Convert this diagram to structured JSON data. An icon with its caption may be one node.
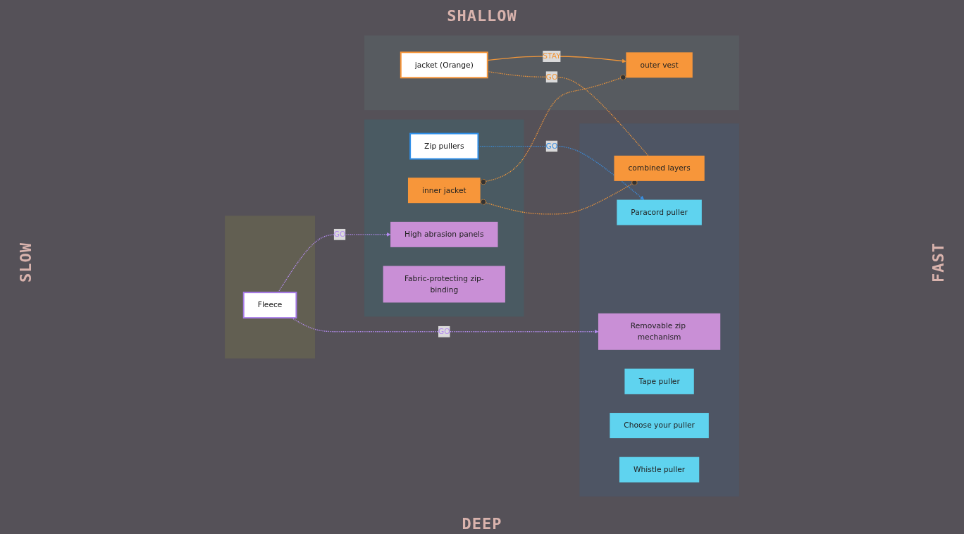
{
  "diagram": {
    "nodes": [
      {
        "text": [],
        "shape": "box"
      },
      {
        "text": [],
        "shape": "box"
      },
      {
        "text": [],
        "shape": "box"
      },
      {
        "text": [],
        "shape": "box"
      },
      {
        "text": [
          "Zip pullers"
        ],
        "in": 0
      },
      {
        "text": [
          "Fabric-protecting zip-binding"
        ],
        "in": 0
      },
      {
        "text": [
          "High abrasion panels"
        ],
        "in": 0
      },
      {
        "text": [
          "Fleece"
        ],
        "in": 1
      },
      {
        "text": [
          "inner jacket"
        ],
        "in": 0
      },
      {
        "text": [
          "Removable zip mechanism"
        ],
        "in": 2
      },
      {
        "text": [
          "Tape puller"
        ],
        "in": 2
      },
      {
        "text": [
          "Choose your puller"
        ],
        "in": 2
      },
      {
        "text": [
          "Paracord puller"
        ],
        "in": 2
      },
      {
        "text": [
          "Whistle puller"
        ],
        "in": 2
      },
      {
        "text": [
          "outer vest"
        ],
        "in": 3
      },
      {
        "text": [
          "jacket (Orange)"
        ],
        "in": 3
      },
      {
        "text": [
          "combined layers"
        ],
        "in": 2
      }
    ],
    "edges": [
      {
        "from": 4,
        "to": 12,
        "arrow": "to",
        "label": "GO",
        "style": "dashed",
        "color": "#3b8fe0"
      },
      {
        "from": 7,
        "to": 6,
        "arrow": "to",
        "label": "GO",
        "style": "dashed",
        "color": "#b48cf0"
      },
      {
        "from": 7,
        "to": 9,
        "arrow": "to",
        "label": "GO",
        "style": "dashed",
        "color": "#b48cf0"
      },
      {
        "from": 8,
        "to": 14,
        "arrow": "other",
        "style": "dashed"
      },
      {
        "from": 8,
        "to": 16,
        "arrow": "other",
        "style": "dashed"
      },
      {
        "from": 15,
        "to": 14,
        "arrow": "to",
        "label": "STAY"
      },
      {
        "from": 15,
        "to": 16,
        "arrow": "none",
        "label": "GO",
        "style": "dashed"
      }
    ],
    "labels": [
      "SHALLOW",
      "SLOW",
      "FAST",
      "DEEP"
    ]
  }
}
